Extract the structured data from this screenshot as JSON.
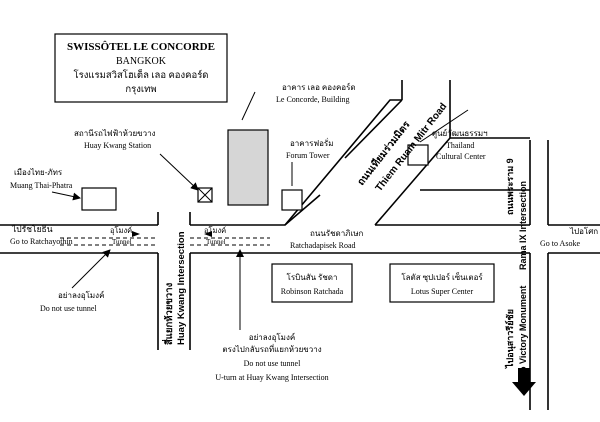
{
  "hotel": {
    "name": "SWISSÔTEL LE CONCORDE",
    "city": "BANGKOK",
    "name_th": "โรงแรมสวิสโฮเต็ล เลอ คองคอร์ด",
    "city_th": "กรุงเทพ"
  },
  "labels": {
    "concorde_th": "อาคาร เลอ คองคอร์ด",
    "concorde_en": "Le Concorde, Building",
    "forum_th": "อาคารฟอรั่ม",
    "forum_en": "Forum Tower",
    "station_th": "สถานีรถไฟฟ้าห้วยขวาง",
    "station_en": "Huay Kwang Station",
    "thiem_th": "ถนนเทียมร่วมมิตร",
    "thiem_en": "Thiem Ruam Mitr Road",
    "cultural_th": "ศูนย์วัฒนธรรมฯ",
    "cultural_en1": "Thailand",
    "cultural_en2": "Cultural Center",
    "muang_th": "เมืองไทย-ภัทร",
    "muang_en": "Muang Thai-Phatra",
    "ratchayothin_th": "ไปรัชโยธิน",
    "ratchayothin_en": "Go to Ratchayothin",
    "tunnel_th": "อุโมงค์",
    "tunnel_en": "Tunnel",
    "ratchada_road_th": "ถนนรัชดาภิเษก",
    "ratchada_road_en": "Ratchadapisek Road",
    "asoke_th": "ไปอโศก",
    "asoke_en": "Go to Asoke",
    "robinson_th": "โรบินสัน รัชดา",
    "robinson_en": "Robinson Ratchada",
    "lotus_th": "โลตัส ซุปเปอร์ เซ็นเตอร์",
    "lotus_en": "Lotus Super Center",
    "huay_th": "สี่แยกห้วยขวาง",
    "huay_en": "Huay Kwang Intersection",
    "rama9_th": "ถนนพระราม 9",
    "rama9_en": "Rama IX Intersection",
    "victory_th": "ไปอนุสาวรีย์ชัย",
    "victory_en": "Go to Victory Monument",
    "no_tunnel_left_th": "อย่าลงอุโมงค์",
    "no_tunnel_left_en": "Do not use tunnel",
    "no_tunnel_mid_th1": "อย่าลงอุโมงค์",
    "no_tunnel_mid_th2": "ตรงไปกลับรถที่แยกห้วยขวาง",
    "no_tunnel_mid_en1": "Do not use tunnel",
    "no_tunnel_mid_en2": "U-turn at Huay Kwang Intersection"
  }
}
